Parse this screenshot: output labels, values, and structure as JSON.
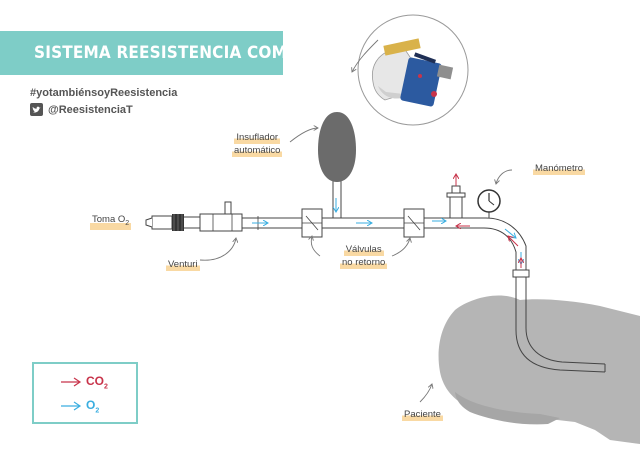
{
  "header": {
    "title": "SISTEMA REESISTENCIA COMPLETO",
    "hashtag": "#yotambiénsoyReesistencia",
    "twitter_handle": "@ReesistenciaT"
  },
  "labels": {
    "toma_o2": "Toma O",
    "toma_o2_sub": "2",
    "venturi": "Venturi",
    "insuflador_line1": "Insuflador",
    "insuflador_line2": "automático",
    "valvulas_line1": "Válvulas",
    "valvulas_line2": "no retorno",
    "manometro": "Manómetro",
    "paciente": "Paciente"
  },
  "legend": {
    "co2_label": "CO",
    "co2_sub": "2",
    "o2_label": "O",
    "o2_sub": "2"
  },
  "colors": {
    "accent": "#7ecdc7",
    "co2": "#c8334a",
    "o2": "#3aaee0",
    "tag_highlight": "#f9d9a3",
    "silhouette": "#b5b5b5",
    "insufflator": "#6b6b6b"
  }
}
